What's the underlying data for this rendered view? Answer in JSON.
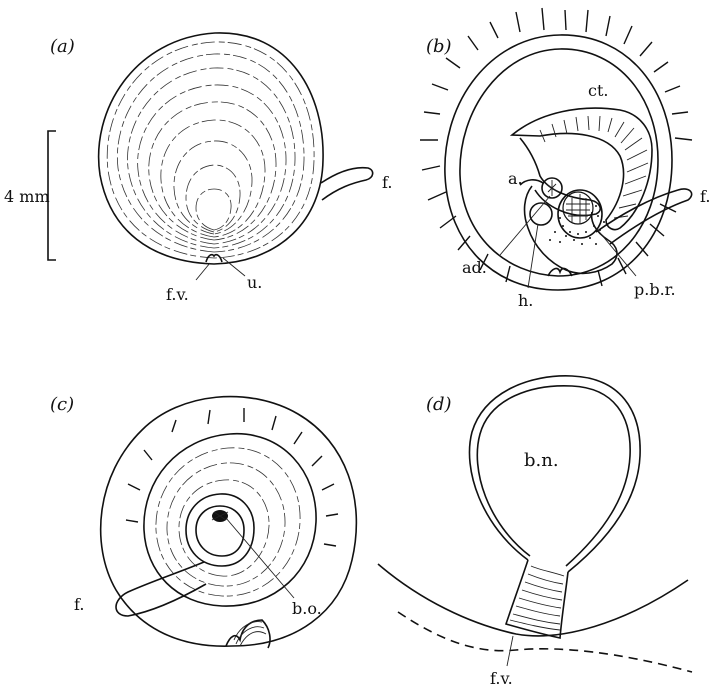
{
  "panels": [
    {
      "id": "a",
      "label": "(a)"
    },
    {
      "id": "b",
      "label": "(b)"
    },
    {
      "id": "c",
      "label": "(c)"
    },
    {
      "id": "d",
      "label": "(d)"
    }
  ],
  "scale_bar": {
    "label": "4 mm"
  },
  "labels": {
    "a": {
      "f": "f.",
      "fv": "f.v.",
      "u": "u."
    },
    "b": {
      "ct": "ct.",
      "a": "a.",
      "f": "f.",
      "ad": "ad.",
      "h": "h.",
      "pbr": "p.b.r."
    },
    "c": {
      "f": "f.",
      "bo": "b.o."
    },
    "d": {
      "bn": "b.n.",
      "fv": "f.v."
    }
  }
}
